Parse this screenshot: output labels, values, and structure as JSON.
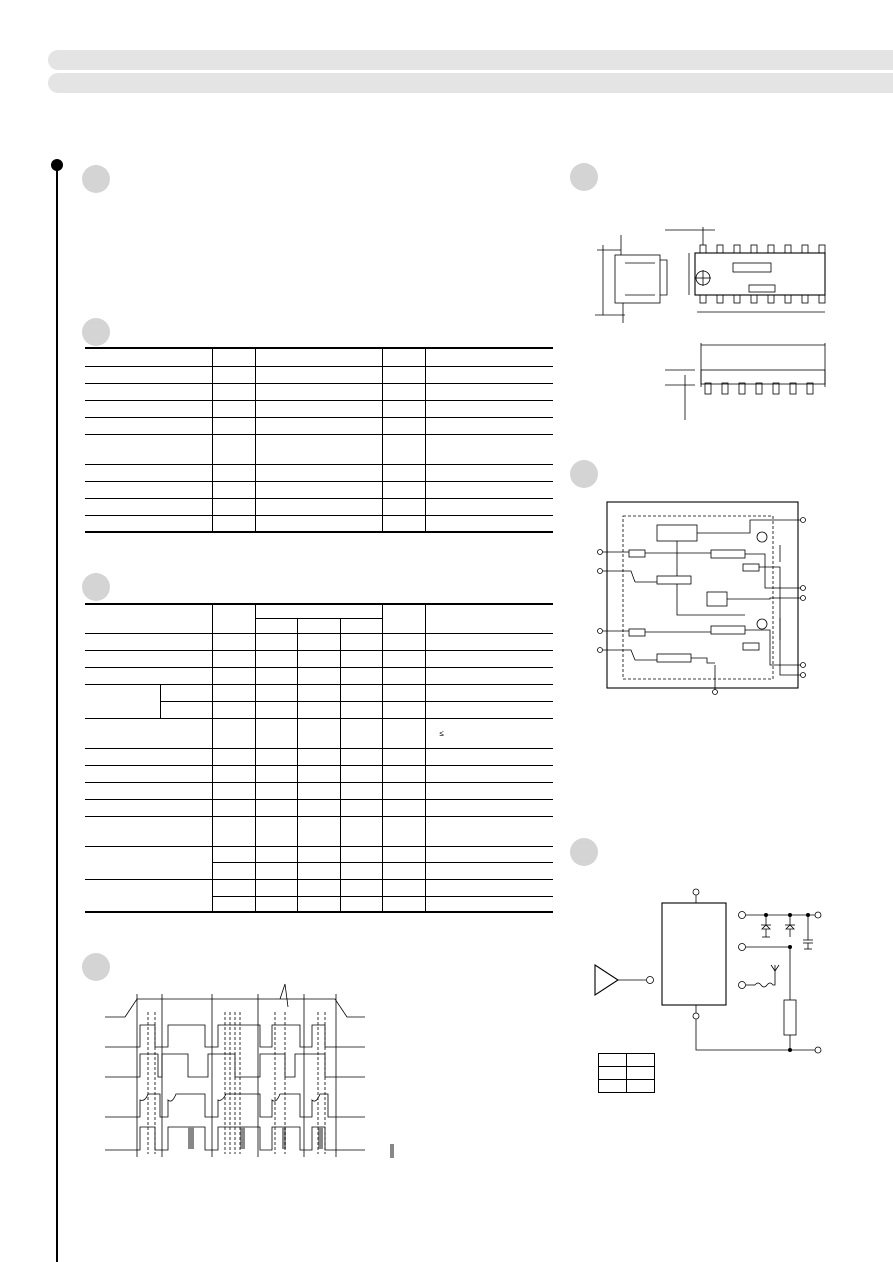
{
  "page": {
    "header_band_top": "",
    "header_band_bottom": ""
  },
  "sections": [
    {
      "id": "overview",
      "title": ""
    },
    {
      "id": "absolute_max",
      "title": ""
    },
    {
      "id": "electrical",
      "title": ""
    },
    {
      "id": "timing",
      "title": ""
    },
    {
      "id": "package",
      "title": ""
    },
    {
      "id": "block",
      "title": ""
    },
    {
      "id": "application",
      "title": ""
    }
  ],
  "electrical_table": {
    "note_symbol": "≤"
  },
  "legend_table": {
    "rows": [
      [
        "",
        ""
      ],
      [
        "",
        ""
      ],
      [
        "",
        ""
      ]
    ]
  },
  "colors": {
    "band": "#e4e4e4",
    "section_marker": "#d4d4d4",
    "hatched_pulse": "#888888"
  }
}
